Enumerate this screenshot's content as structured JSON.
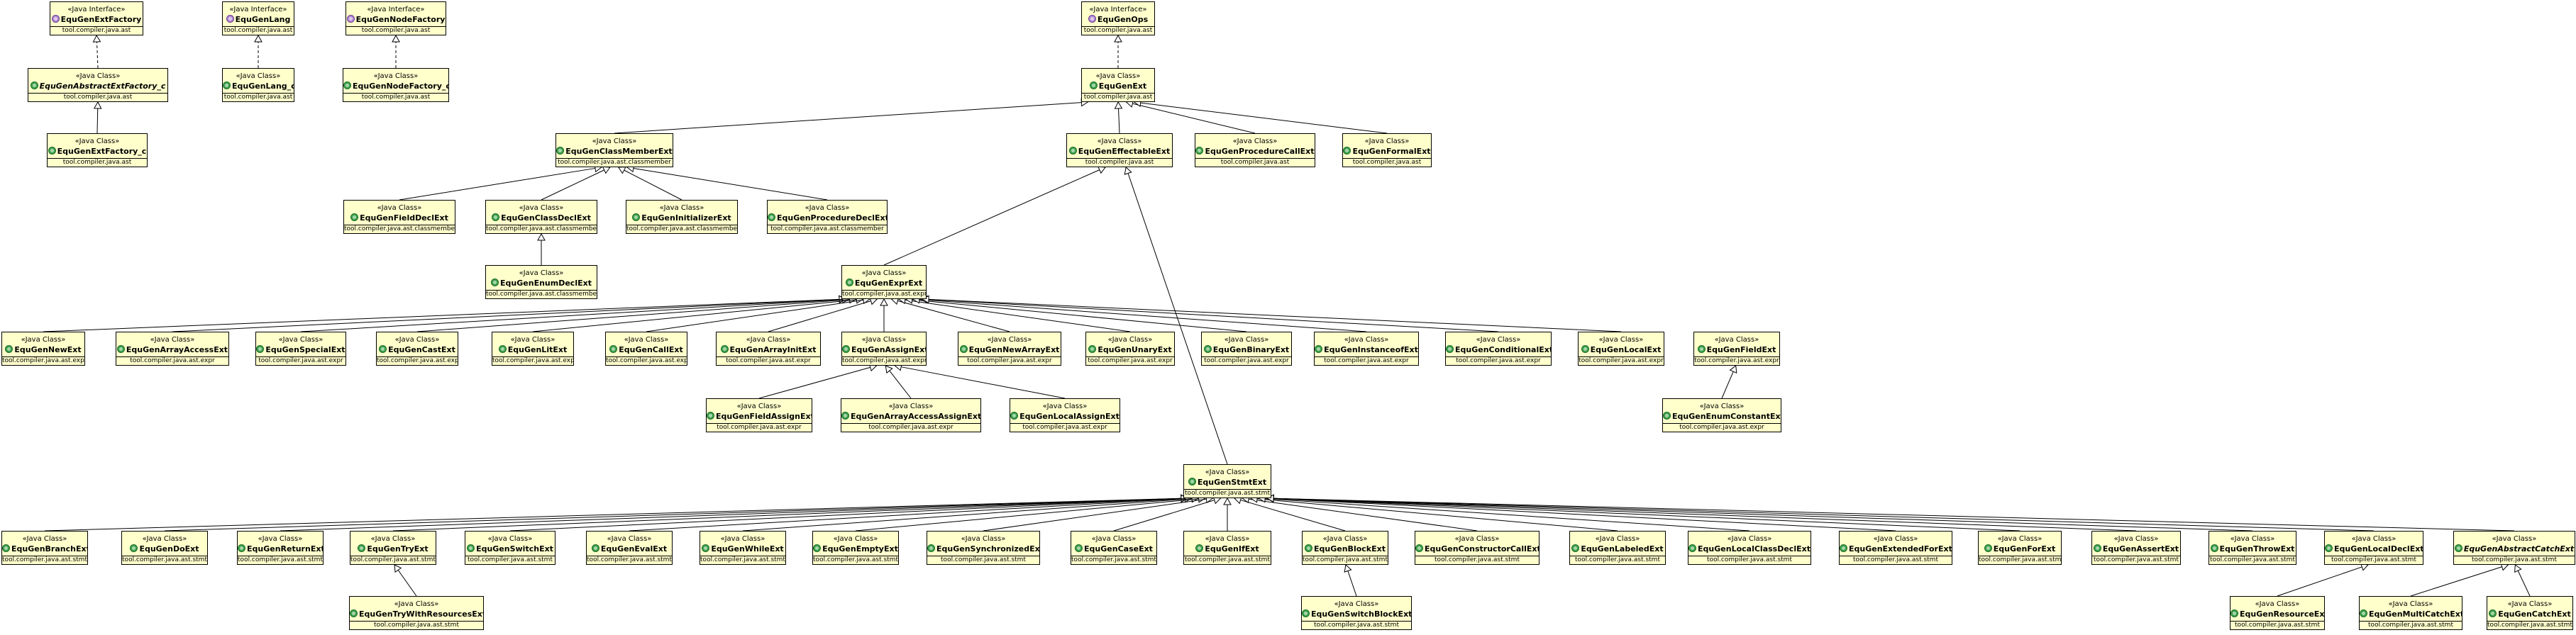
{
  "nodes": [
    {
      "id": "EquGenExtFactory",
      "stereotype": "«Java Interface»",
      "name": "EquGenExtFactory",
      "package": "tool.compiler.java.ast",
      "kind": "interface"
    },
    {
      "id": "EquGenLang",
      "stereotype": "«Java Interface»",
      "name": "EquGenLang",
      "package": "tool.compiler.java.ast",
      "kind": "interface"
    },
    {
      "id": "EquGenNodeFactory",
      "stereotype": "«Java Interface»",
      "name": "EquGenNodeFactory",
      "package": "tool.compiler.java.ast",
      "kind": "interface"
    },
    {
      "id": "EquGenOps",
      "stereotype": "«Java Interface»",
      "name": "EquGenOps",
      "package": "tool.compiler.java.ast",
      "kind": "interface"
    },
    {
      "id": "EquGenAbstractExtFactory_c",
      "stereotype": "«Java Class»",
      "name": "EquGenAbstractExtFactory_c",
      "package": "tool.compiler.java.ast",
      "kind": "abstract"
    },
    {
      "id": "EquGenLang_c",
      "stereotype": "«Java Class»",
      "name": "EquGenLang_c",
      "package": "tool.compiler.java.ast",
      "kind": "class"
    },
    {
      "id": "EquGenNodeFactory_c",
      "stereotype": "«Java Class»",
      "name": "EquGenNodeFactory_c",
      "package": "tool.compiler.java.ast",
      "kind": "class"
    },
    {
      "id": "EquGenExt",
      "stereotype": "«Java Class»",
      "name": "EquGenExt",
      "package": "tool.compiler.java.ast",
      "kind": "class"
    },
    {
      "id": "EquGenExtFactory_c",
      "stereotype": "«Java Class»",
      "name": "EquGenExtFactory_c",
      "package": "tool.compiler.java.ast",
      "kind": "class"
    },
    {
      "id": "EquGenClassMemberExt",
      "stereotype": "«Java Class»",
      "name": "EquGenClassMemberExt",
      "package": "tool.compiler.java.ast.classmember",
      "kind": "class"
    },
    {
      "id": "EquGenEffectableExt",
      "stereotype": "«Java Class»",
      "name": "EquGenEffectableExt",
      "package": "tool.compiler.java.ast",
      "kind": "class"
    },
    {
      "id": "EquGenProcedureCallExt",
      "stereotype": "«Java Class»",
      "name": "EquGenProcedureCallExt",
      "package": "tool.compiler.java.ast",
      "kind": "class"
    },
    {
      "id": "EquGenFormalExt",
      "stereotype": "«Java Class»",
      "name": "EquGenFormalExt",
      "package": "tool.compiler.java.ast",
      "kind": "class"
    },
    {
      "id": "EquGenFieldDeclExt",
      "stereotype": "«Java Class»",
      "name": "EquGenFieldDeclExt",
      "package": "tool.compiler.java.ast.classmember",
      "kind": "class"
    },
    {
      "id": "EquGenClassDeclExt",
      "stereotype": "«Java Class»",
      "name": "EquGenClassDeclExt",
      "package": "tool.compiler.java.ast.classmember",
      "kind": "class"
    },
    {
      "id": "EquGenInitializerExt",
      "stereotype": "«Java Class»",
      "name": "EquGenInitializerExt",
      "package": "tool.compiler.java.ast.classmember",
      "kind": "class"
    },
    {
      "id": "EquGenProcedureDeclExt",
      "stereotype": "«Java Class»",
      "name": "EquGenProcedureDeclExt",
      "package": "tool.compiler.java.ast.classmember",
      "kind": "class"
    },
    {
      "id": "EquGenEnumDeclExt",
      "stereotype": "«Java Class»",
      "name": "EquGenEnumDeclExt",
      "package": "tool.compiler.java.ast.classmember",
      "kind": "class"
    },
    {
      "id": "EquGenExprExt",
      "stereotype": "«Java Class»",
      "name": "EquGenExprExt",
      "package": "tool.compiler.java.ast.expr",
      "kind": "class"
    },
    {
      "id": "EquGenNewExt",
      "stereotype": "«Java Class»",
      "name": "EquGenNewExt",
      "package": "tool.compiler.java.ast.expr",
      "kind": "class"
    },
    {
      "id": "EquGenArrayAccessExt",
      "stereotype": "«Java Class»",
      "name": "EquGenArrayAccessExt",
      "package": "tool.compiler.java.ast.expr",
      "kind": "class"
    },
    {
      "id": "EquGenSpecialExt",
      "stereotype": "«Java Class»",
      "name": "EquGenSpecialExt",
      "package": "tool.compiler.java.ast.expr",
      "kind": "class"
    },
    {
      "id": "EquGenCastExt",
      "stereotype": "«Java Class»",
      "name": "EquGenCastExt",
      "package": "tool.compiler.java.ast.expr",
      "kind": "class"
    },
    {
      "id": "EquGenLitExt",
      "stereotype": "«Java Class»",
      "name": "EquGenLitExt",
      "package": "tool.compiler.java.ast.expr",
      "kind": "class"
    },
    {
      "id": "EquGenCallExt",
      "stereotype": "«Java Class»",
      "name": "EquGenCallExt",
      "package": "tool.compiler.java.ast.expr",
      "kind": "class"
    },
    {
      "id": "EquGenArrayInitExt",
      "stereotype": "«Java Class»",
      "name": "EquGenArrayInitExt",
      "package": "tool.compiler.java.ast.expr",
      "kind": "class"
    },
    {
      "id": "EquGenAssignExt",
      "stereotype": "«Java Class»",
      "name": "EquGenAssignExt",
      "package": "tool.compiler.java.ast.expr",
      "kind": "class"
    },
    {
      "id": "EquGenNewArrayExt",
      "stereotype": "«Java Class»",
      "name": "EquGenNewArrayExt",
      "package": "tool.compiler.java.ast.expr",
      "kind": "class"
    },
    {
      "id": "EquGenUnaryExt",
      "stereotype": "«Java Class»",
      "name": "EquGenUnaryExt",
      "package": "tool.compiler.java.ast.expr",
      "kind": "class"
    },
    {
      "id": "EquGenBinaryExt",
      "stereotype": "«Java Class»",
      "name": "EquGenBinaryExt",
      "package": "tool.compiler.java.ast.expr",
      "kind": "class"
    },
    {
      "id": "EquGenInstanceofExt",
      "stereotype": "«Java Class»",
      "name": "EquGenInstanceofExt",
      "package": "tool.compiler.java.ast.expr",
      "kind": "class"
    },
    {
      "id": "EquGenConditionalExt",
      "stereotype": "«Java Class»",
      "name": "EquGenConditionalExt",
      "package": "tool.compiler.java.ast.expr",
      "kind": "class"
    },
    {
      "id": "EquGenLocalExt",
      "stereotype": "«Java Class»",
      "name": "EquGenLocalExt",
      "package": "tool.compiler.java.ast.expr",
      "kind": "class"
    },
    {
      "id": "EquGenFieldExt",
      "stereotype": "«Java Class»",
      "name": "EquGenFieldExt",
      "package": "tool.compiler.java.ast.expr",
      "kind": "class"
    },
    {
      "id": "EquGenFieldAssignExt",
      "stereotype": "«Java Class»",
      "name": "EquGenFieldAssignExt",
      "package": "tool.compiler.java.ast.expr",
      "kind": "class"
    },
    {
      "id": "EquGenArrayAccessAssignExt",
      "stereotype": "«Java Class»",
      "name": "EquGenArrayAccessAssignExt",
      "package": "tool.compiler.java.ast.expr",
      "kind": "class"
    },
    {
      "id": "EquGenLocalAssignExt",
      "stereotype": "«Java Class»",
      "name": "EquGenLocalAssignExt",
      "package": "tool.compiler.java.ast.expr",
      "kind": "class"
    },
    {
      "id": "EquGenEnumConstantExt",
      "stereotype": "«Java Class»",
      "name": "EquGenEnumConstantExt",
      "package": "tool.compiler.java.ast.expr",
      "kind": "class"
    },
    {
      "id": "EquGenStmtExt",
      "stereotype": "«Java Class»",
      "name": "EquGenStmtExt",
      "package": "tool.compiler.java.ast.stmt",
      "kind": "class"
    },
    {
      "id": "EquGenBranchExt",
      "stereotype": "«Java Class»",
      "name": "EquGenBranchExt",
      "package": "tool.compiler.java.ast.stmt",
      "kind": "class"
    },
    {
      "id": "EquGenDoExt",
      "stereotype": "«Java Class»",
      "name": "EquGenDoExt",
      "package": "tool.compiler.java.ast.stmt",
      "kind": "class"
    },
    {
      "id": "EquGenReturnExt",
      "stereotype": "«Java Class»",
      "name": "EquGenReturnExt",
      "package": "tool.compiler.java.ast.stmt",
      "kind": "class"
    },
    {
      "id": "EquGenTryExt",
      "stereotype": "«Java Class»",
      "name": "EquGenTryExt",
      "package": "tool.compiler.java.ast.stmt",
      "kind": "class"
    },
    {
      "id": "EquGenSwitchExt",
      "stereotype": "«Java Class»",
      "name": "EquGenSwitchExt",
      "package": "tool.compiler.java.ast.stmt",
      "kind": "class"
    },
    {
      "id": "EquGenEvalExt",
      "stereotype": "«Java Class»",
      "name": "EquGenEvalExt",
      "package": "tool.compiler.java.ast.stmt",
      "kind": "class"
    },
    {
      "id": "EquGenWhileExt",
      "stereotype": "«Java Class»",
      "name": "EquGenWhileExt",
      "package": "tool.compiler.java.ast.stmt",
      "kind": "class"
    },
    {
      "id": "EquGenEmptyExt",
      "stereotype": "«Java Class»",
      "name": "EquGenEmptyExt",
      "package": "tool.compiler.java.ast.stmt",
      "kind": "class"
    },
    {
      "id": "EquGenSynchronizedExt",
      "stereotype": "«Java Class»",
      "name": "EquGenSynchronizedExt",
      "package": "tool.compiler.java.ast.stmt",
      "kind": "class"
    },
    {
      "id": "EquGenCaseExt",
      "stereotype": "«Java Class»",
      "name": "EquGenCaseExt",
      "package": "tool.compiler.java.ast.stmt",
      "kind": "class"
    },
    {
      "id": "EquGenIfExt",
      "stereotype": "«Java Class»",
      "name": "EquGenIfExt",
      "package": "tool.compiler.java.ast.stmt",
      "kind": "class"
    },
    {
      "id": "EquGenBlockExt",
      "stereotype": "«Java Class»",
      "name": "EquGenBlockExt",
      "package": "tool.compiler.java.ast.stmt",
      "kind": "class"
    },
    {
      "id": "EquGenConstructorCallExt",
      "stereotype": "«Java Class»",
      "name": "EquGenConstructorCallExt",
      "package": "tool.compiler.java.ast.stmt",
      "kind": "class"
    },
    {
      "id": "EquGenLabeledExt",
      "stereotype": "«Java Class»",
      "name": "EquGenLabeledExt",
      "package": "tool.compiler.java.ast.stmt",
      "kind": "class"
    },
    {
      "id": "EquGenLocalClassDeclExt",
      "stereotype": "«Java Class»",
      "name": "EquGenLocalClassDeclExt",
      "package": "tool.compiler.java.ast.stmt",
      "kind": "class"
    },
    {
      "id": "EquGenExtendedForExt",
      "stereotype": "«Java Class»",
      "name": "EquGenExtendedForExt",
      "package": "tool.compiler.java.ast.stmt",
      "kind": "class"
    },
    {
      "id": "EquGenForExt",
      "stereotype": "«Java Class»",
      "name": "EquGenForExt",
      "package": "tool.compiler.java.ast.stmt",
      "kind": "class"
    },
    {
      "id": "EquGenAssertExt",
      "stereotype": "«Java Class»",
      "name": "EquGenAssertExt",
      "package": "tool.compiler.java.ast.stmt",
      "kind": "class"
    },
    {
      "id": "EquGenThrowExt",
      "stereotype": "«Java Class»",
      "name": "EquGenThrowExt",
      "package": "tool.compiler.java.ast.stmt",
      "kind": "class"
    },
    {
      "id": "EquGenLocalDeclExt",
      "stereotype": "«Java Class»",
      "name": "EquGenLocalDeclExt",
      "package": "tool.compiler.java.ast.stmt",
      "kind": "class"
    },
    {
      "id": "EquGenAbstractCatchExt",
      "stereotype": "«Java Class»",
      "name": "EquGenAbstractCatchExt",
      "package": "tool.compiler.java.ast.stmt",
      "kind": "abstract"
    },
    {
      "id": "EquGenTryWithResourcesExt",
      "stereotype": "«Java Class»",
      "name": "EquGenTryWithResourcesExt",
      "package": "tool.compiler.java.ast.stmt",
      "kind": "class"
    },
    {
      "id": "EquGenSwitchBlockExt",
      "stereotype": "«Java Class»",
      "name": "EquGenSwitchBlockExt",
      "package": "tool.compiler.java.ast.stmt",
      "kind": "class"
    },
    {
      "id": "EquGenResourceExt",
      "stereotype": "«Java Class»",
      "name": "EquGenResourceExt",
      "package": "tool.compiler.java.ast.stmt",
      "kind": "class"
    },
    {
      "id": "EquGenMultiCatchExt",
      "stereotype": "«Java Class»",
      "name": "EquGenMultiCatchExt",
      "package": "tool.compiler.java.ast.stmt",
      "kind": "class"
    },
    {
      "id": "EquGenCatchExt",
      "stereotype": "«Java Class»",
      "name": "EquGenCatchExt",
      "package": "tool.compiler.java.ast.stmt",
      "kind": "class"
    }
  ],
  "edges": [
    {
      "from": "EquGenAbstractExtFactory_c",
      "to": "EquGenExtFactory",
      "type": "realization"
    },
    {
      "from": "EquGenExtFactory_c",
      "to": "EquGenAbstractExtFactory_c",
      "type": "generalization"
    },
    {
      "from": "EquGenLang_c",
      "to": "EquGenLang",
      "type": "realization"
    },
    {
      "from": "EquGenNodeFactory_c",
      "to": "EquGenNodeFactory",
      "type": "realization"
    },
    {
      "from": "EquGenExt",
      "to": "EquGenOps",
      "type": "realization"
    },
    {
      "from": "EquGenClassMemberExt",
      "to": "EquGenExt",
      "type": "generalization"
    },
    {
      "from": "EquGenEffectableExt",
      "to": "EquGenExt",
      "type": "generalization"
    },
    {
      "from": "EquGenProcedureCallExt",
      "to": "EquGenExt",
      "type": "generalization"
    },
    {
      "from": "EquGenFormalExt",
      "to": "EquGenExt",
      "type": "generalization"
    },
    {
      "from": "EquGenFieldDeclExt",
      "to": "EquGenClassMemberExt",
      "type": "generalization"
    },
    {
      "from": "EquGenClassDeclExt",
      "to": "EquGenClassMemberExt",
      "type": "generalization"
    },
    {
      "from": "EquGenInitializerExt",
      "to": "EquGenClassMemberExt",
      "type": "generalization"
    },
    {
      "from": "EquGenProcedureDeclExt",
      "to": "EquGenClassMemberExt",
      "type": "generalization"
    },
    {
      "from": "EquGenEnumDeclExt",
      "to": "EquGenClassDeclExt",
      "type": "generalization"
    },
    {
      "from": "EquGenExprExt",
      "to": "EquGenEffectableExt",
      "type": "generalization"
    },
    {
      "from": "EquGenStmtExt",
      "to": "EquGenEffectableExt",
      "type": "generalization"
    },
    {
      "from": "EquGenNewExt",
      "to": "EquGenExprExt",
      "type": "generalization"
    },
    {
      "from": "EquGenArrayAccessExt",
      "to": "EquGenExprExt",
      "type": "generalization"
    },
    {
      "from": "EquGenSpecialExt",
      "to": "EquGenExprExt",
      "type": "generalization"
    },
    {
      "from": "EquGenCastExt",
      "to": "EquGenExprExt",
      "type": "generalization"
    },
    {
      "from": "EquGenLitExt",
      "to": "EquGenExprExt",
      "type": "generalization"
    },
    {
      "from": "EquGenCallExt",
      "to": "EquGenExprExt",
      "type": "generalization"
    },
    {
      "from": "EquGenArrayInitExt",
      "to": "EquGenExprExt",
      "type": "generalization"
    },
    {
      "from": "EquGenAssignExt",
      "to": "EquGenExprExt",
      "type": "generalization"
    },
    {
      "from": "EquGenNewArrayExt",
      "to": "EquGenExprExt",
      "type": "generalization"
    },
    {
      "from": "EquGenUnaryExt",
      "to": "EquGenExprExt",
      "type": "generalization"
    },
    {
      "from": "EquGenBinaryExt",
      "to": "EquGenExprExt",
      "type": "generalization"
    },
    {
      "from": "EquGenInstanceofExt",
      "to": "EquGenExprExt",
      "type": "generalization"
    },
    {
      "from": "EquGenConditionalExt",
      "to": "EquGenExprExt",
      "type": "generalization"
    },
    {
      "from": "EquGenLocalExt",
      "to": "EquGenExprExt",
      "type": "generalization"
    },
    {
      "from": "EquGenFieldAssignExt",
      "to": "EquGenAssignExt",
      "type": "generalization"
    },
    {
      "from": "EquGenArrayAccessAssignExt",
      "to": "EquGenAssignExt",
      "type": "generalization"
    },
    {
      "from": "EquGenLocalAssignExt",
      "to": "EquGenAssignExt",
      "type": "generalization"
    },
    {
      "from": "EquGenEnumConstantExt",
      "to": "EquGenFieldExt",
      "type": "generalization"
    },
    {
      "from": "EquGenBranchExt",
      "to": "EquGenStmtExt",
      "type": "generalization"
    },
    {
      "from": "EquGenDoExt",
      "to": "EquGenStmtExt",
      "type": "generalization"
    },
    {
      "from": "EquGenReturnExt",
      "to": "EquGenStmtExt",
      "type": "generalization"
    },
    {
      "from": "EquGenTryExt",
      "to": "EquGenStmtExt",
      "type": "generalization"
    },
    {
      "from": "EquGenSwitchExt",
      "to": "EquGenStmtExt",
      "type": "generalization"
    },
    {
      "from": "EquGenEvalExt",
      "to": "EquGenStmtExt",
      "type": "generalization"
    },
    {
      "from": "EquGenWhileExt",
      "to": "EquGenStmtExt",
      "type": "generalization"
    },
    {
      "from": "EquGenEmptyExt",
      "to": "EquGenStmtExt",
      "type": "generalization"
    },
    {
      "from": "EquGenSynchronizedExt",
      "to": "EquGenStmtExt",
      "type": "generalization"
    },
    {
      "from": "EquGenCaseExt",
      "to": "EquGenStmtExt",
      "type": "generalization"
    },
    {
      "from": "EquGenIfExt",
      "to": "EquGenStmtExt",
      "type": "generalization"
    },
    {
      "from": "EquGenBlockExt",
      "to": "EquGenStmtExt",
      "type": "generalization"
    },
    {
      "from": "EquGenConstructorCallExt",
      "to": "EquGenStmtExt",
      "type": "generalization"
    },
    {
      "from": "EquGenLabeledExt",
      "to": "EquGenStmtExt",
      "type": "generalization"
    },
    {
      "from": "EquGenLocalClassDeclExt",
      "to": "EquGenStmtExt",
      "type": "generalization"
    },
    {
      "from": "EquGenExtendedForExt",
      "to": "EquGenStmtExt",
      "type": "generalization"
    },
    {
      "from": "EquGenForExt",
      "to": "EquGenStmtExt",
      "type": "generalization"
    },
    {
      "from": "EquGenAssertExt",
      "to": "EquGenStmtExt",
      "type": "generalization"
    },
    {
      "from": "EquGenThrowExt",
      "to": "EquGenStmtExt",
      "type": "generalization"
    },
    {
      "from": "EquGenLocalDeclExt",
      "to": "EquGenStmtExt",
      "type": "generalization"
    },
    {
      "from": "EquGenAbstractCatchExt",
      "to": "EquGenStmtExt",
      "type": "generalization"
    },
    {
      "from": "EquGenTryWithResourcesExt",
      "to": "EquGenTryExt",
      "type": "generalization"
    },
    {
      "from": "EquGenSwitchBlockExt",
      "to": "EquGenBlockExt",
      "type": "generalization"
    },
    {
      "from": "EquGenResourceExt",
      "to": "EquGenLocalDeclExt",
      "type": "generalization"
    },
    {
      "from": "EquGenMultiCatchExt",
      "to": "EquGenAbstractCatchExt",
      "type": "generalization"
    },
    {
      "from": "EquGenCatchExt",
      "to": "EquGenAbstractCatchExt",
      "type": "generalization"
    }
  ]
}
